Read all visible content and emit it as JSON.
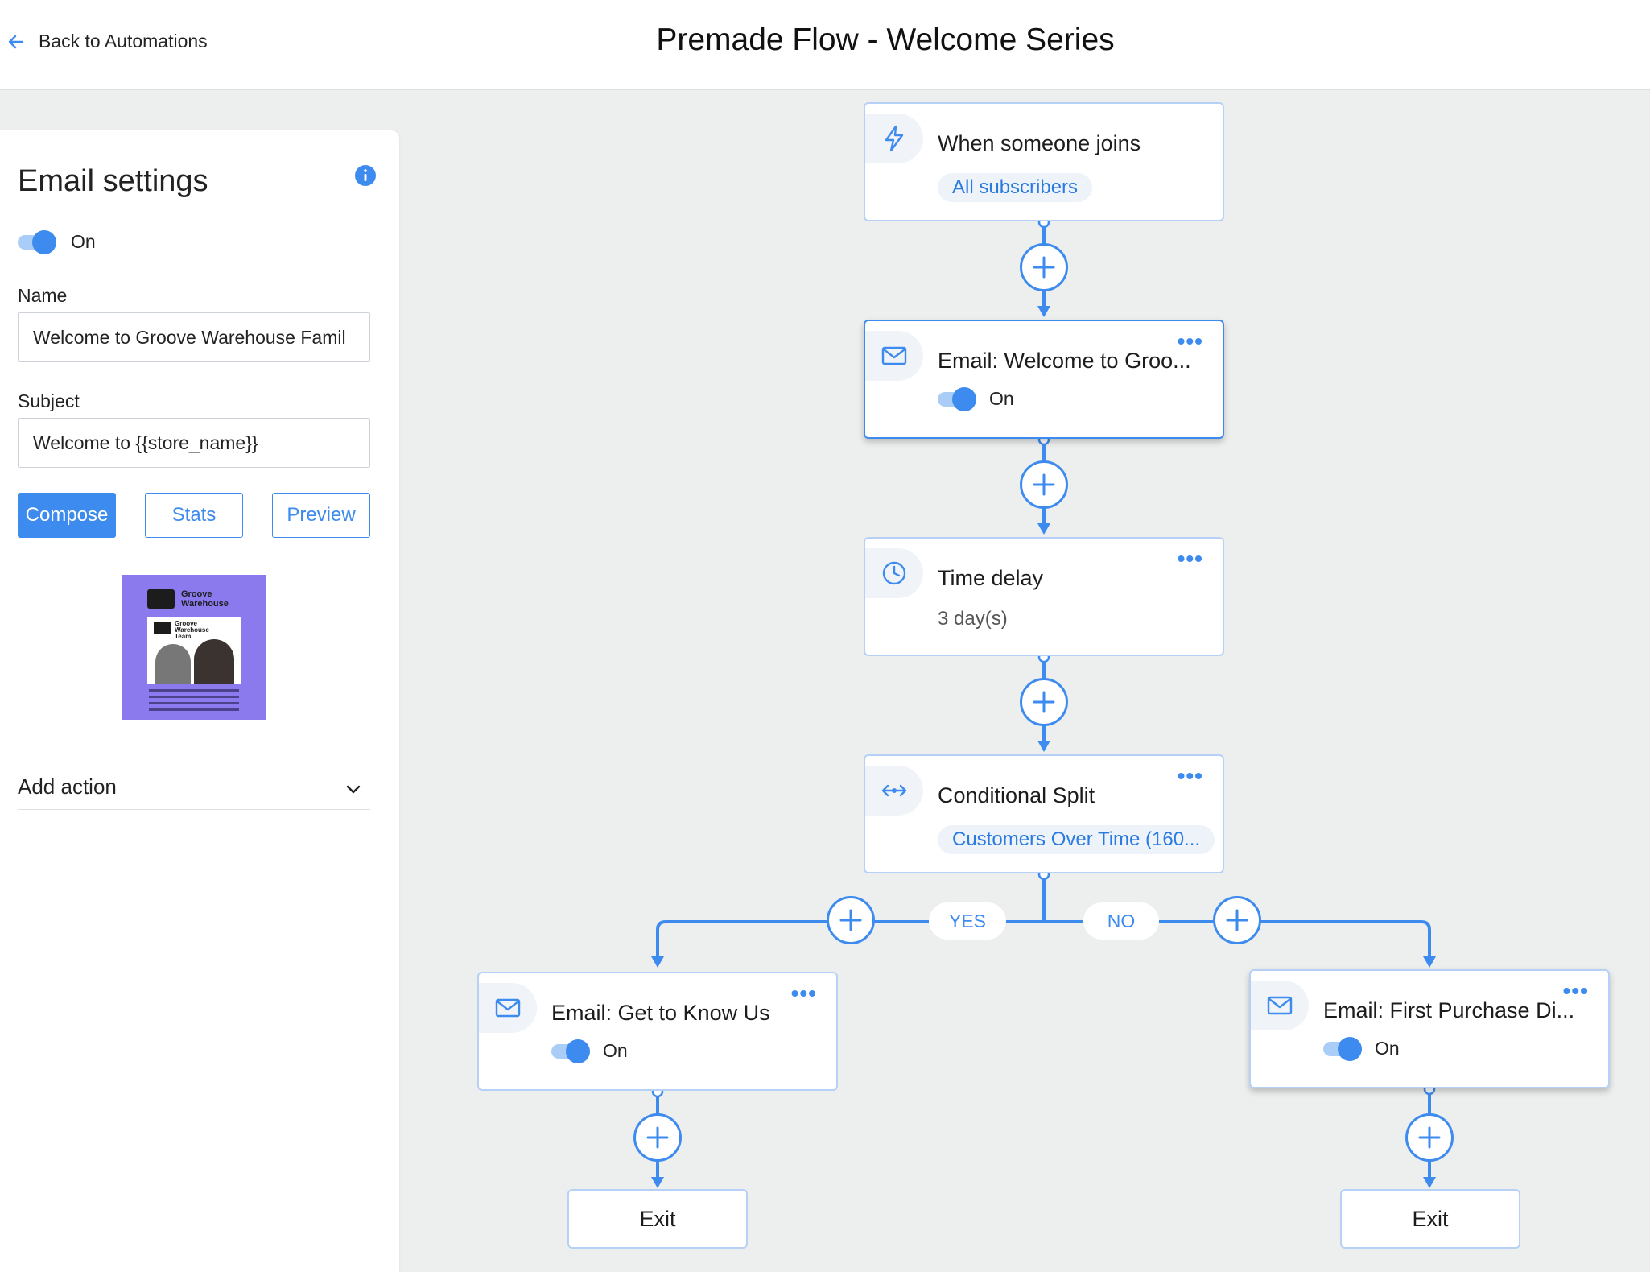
{
  "header": {
    "back_label": "Back to Automations",
    "title": "Premade Flow - Welcome Series"
  },
  "sidebar": {
    "title": "Email settings",
    "toggle_label": "On",
    "name_label": "Name",
    "name_value": "Welcome to Groove Warehouse Famil",
    "subject_label": "Subject",
    "subject_value": "Welcome to {{store_name}}",
    "buttons": {
      "compose": "Compose",
      "stats": "Stats",
      "preview": "Preview"
    },
    "thumbnail_brand": "Groove Warehouse",
    "thumbnail_card_brand": "Groove Warehouse Team",
    "add_action_label": "Add action"
  },
  "flow": {
    "trigger": {
      "title": "When someone joins",
      "tag": "All subscribers",
      "icon": "lightning-icon"
    },
    "email_welcome": {
      "title": "Email: Welcome to Groo...",
      "toggle_label": "On",
      "icon": "envelope-icon"
    },
    "time_delay": {
      "title": "Time delay",
      "detail": "3 day(s)",
      "icon": "clock-icon"
    },
    "split": {
      "title": "Conditional Split",
      "tag": "Customers Over Time (160...",
      "icon": "split-arrows-icon"
    },
    "yes_label": "YES",
    "no_label": "NO",
    "email_know_us": {
      "title": "Email: Get to Know Us",
      "toggle_label": "On"
    },
    "email_first_purchase": {
      "title": "Email: First Purchase Di...",
      "toggle_label": "On"
    },
    "exit_left": "Exit",
    "exit_right": "Exit",
    "menu_glyph": "•••"
  },
  "colors": {
    "accent": "#3e8bf0",
    "node_border": "#b6d1f5",
    "canvas": "#edeeee",
    "thumbnail": "#8b79ee"
  }
}
